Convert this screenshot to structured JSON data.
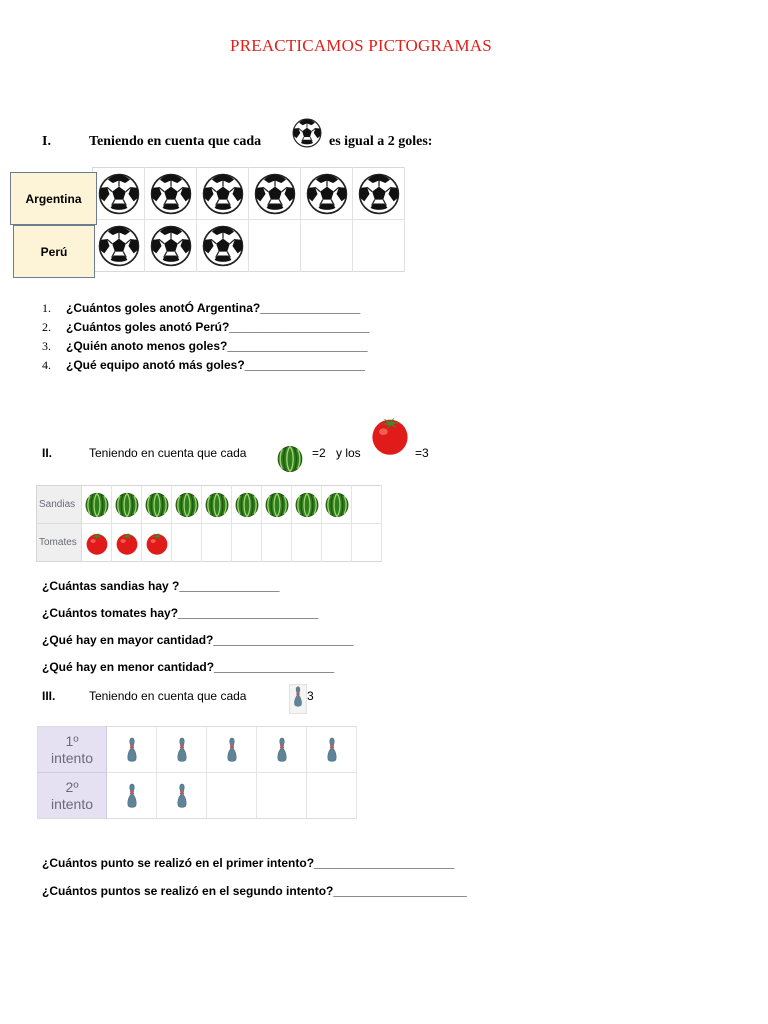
{
  "title": "PREACTICAMOS PICTOGRAMAS",
  "section1": {
    "number": "I.",
    "text_before": "Teniendo en cuenta que cada",
    "text_after": "es igual a 2 goles:",
    "icon": "soccer-ball-icon",
    "rows": [
      {
        "label": "Argentina",
        "count": 6
      },
      {
        "label": "Perú",
        "count": 3
      }
    ],
    "columns": 6,
    "questions": [
      {
        "num": "1.",
        "text": "¿Cuántos goles anotÓ Argentina?_______________"
      },
      {
        "num": "2.",
        "text": "¿Cuántos goles anotó Perú?_____________________"
      },
      {
        "num": "3.",
        "text": "¿Quién anoto menos goles?_____________________"
      },
      {
        "num": "4.",
        "text": "¿Qué equipo anotó más goles?__________________"
      }
    ]
  },
  "section2": {
    "number": "II.",
    "text_before": "Teniendo en cuenta que cada",
    "value1": "=2",
    "text_mid": "y los",
    "value2": "=3",
    "icons": [
      "watermelon-icon",
      "tomato-icon"
    ],
    "rows": [
      {
        "label": "Sandias",
        "count": 9
      },
      {
        "label": "Tomates",
        "count": 3
      }
    ],
    "columns": 10,
    "questions": [
      "¿Cuántas sandias  hay ?_______________",
      "¿Cuántos tomates hay?_____________________",
      "¿Qué hay en mayor cantidad?_____________________",
      "¿Qué hay en menor cantidad?__________________"
    ]
  },
  "section3": {
    "number": "III.",
    "text_before": "Teniendo en cuenta que cada",
    "value": "3",
    "icon": "bowling-pin-icon",
    "rows": [
      {
        "label_line1": "1º",
        "label_line2": "intento",
        "count": 5
      },
      {
        "label_line1": "2º",
        "label_line2": "intento",
        "count": 2
      }
    ],
    "columns": 5,
    "questions": [
      "¿Cuántos punto se realizó en el primer intento?_____________________",
      "¿Cuántos puntos se realizó en el segundo intento?____________________"
    ]
  }
}
